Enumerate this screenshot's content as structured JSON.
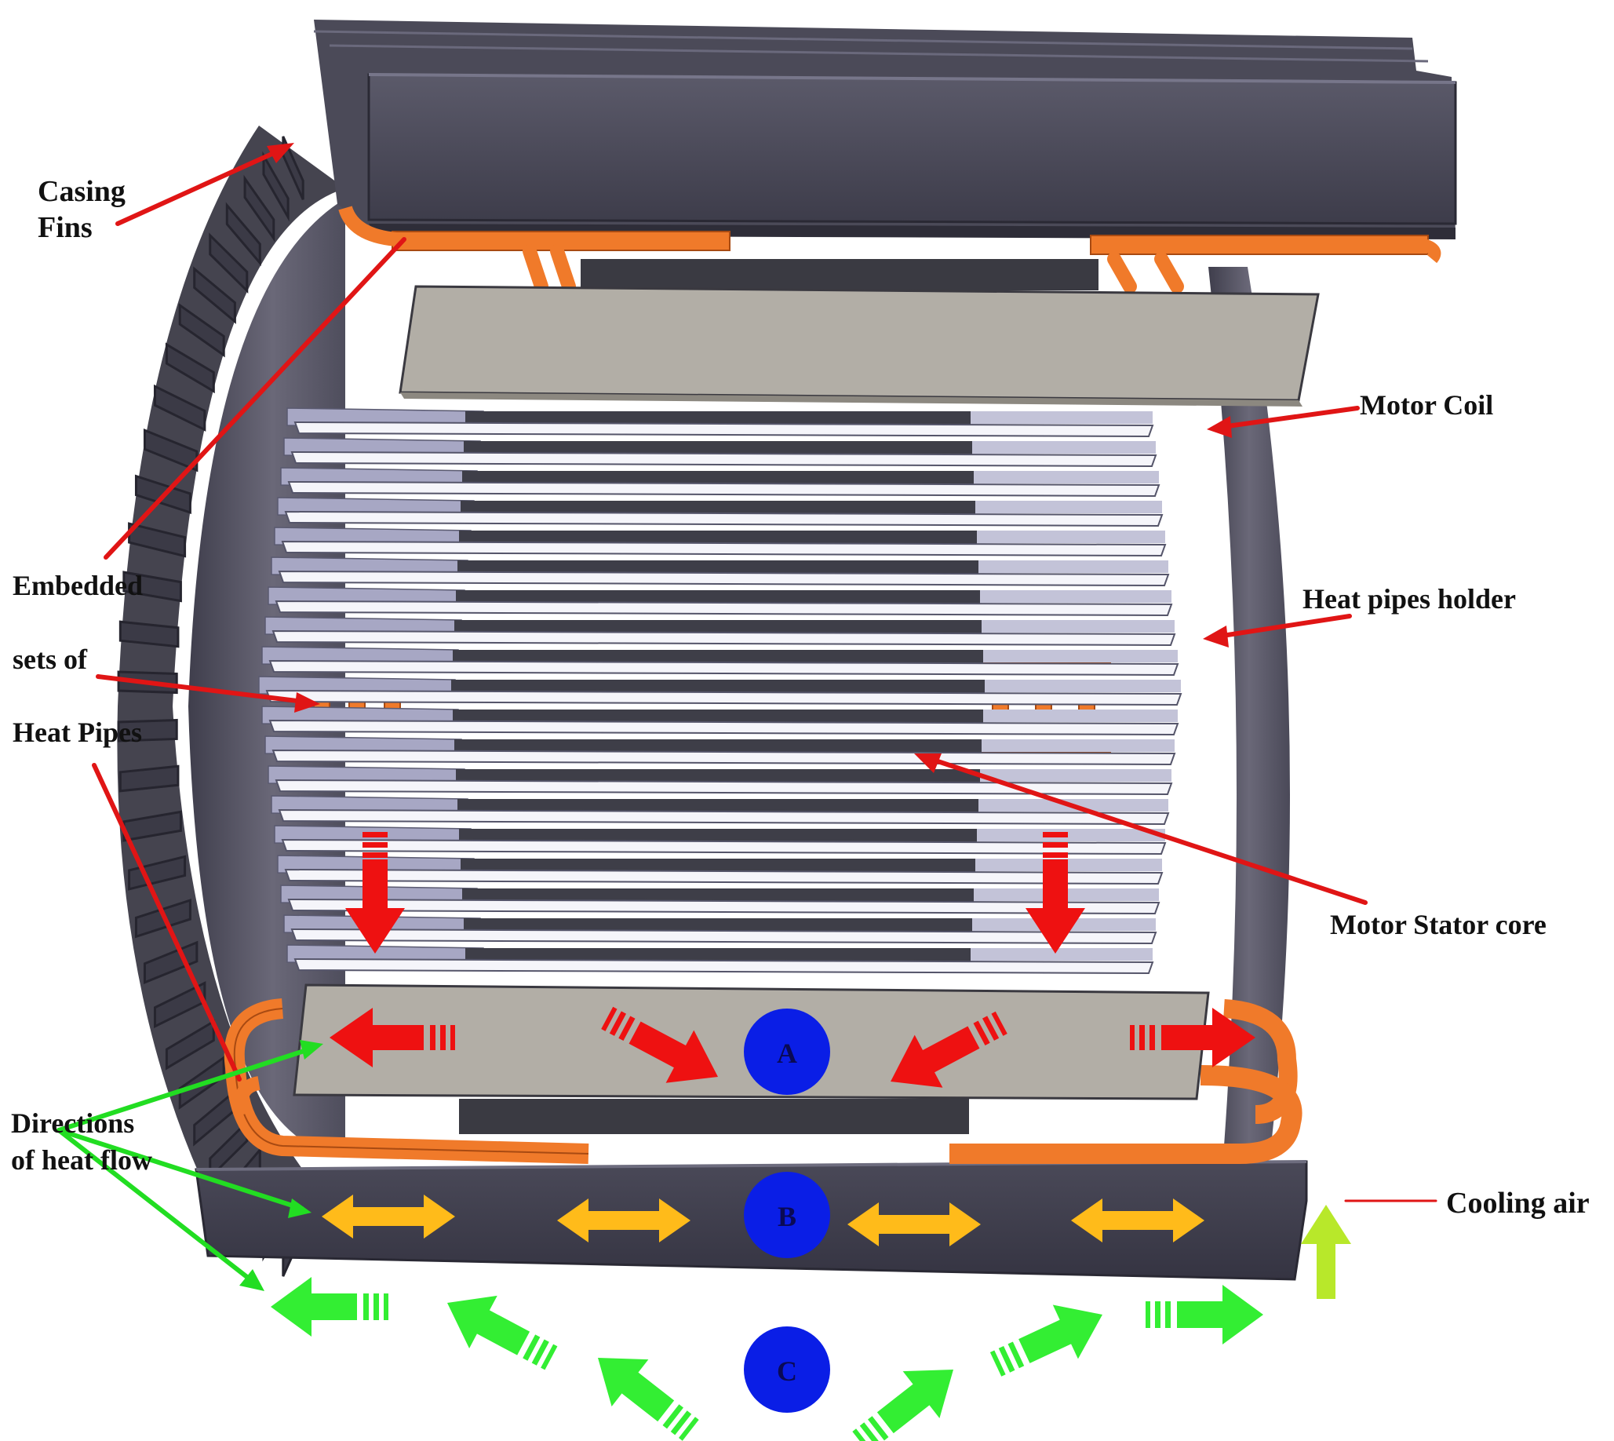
{
  "labels": {
    "casing_fins_1": "Casing",
    "casing_fins_2": "Fins",
    "motor_coil": "Motor Coil",
    "embedded_1": "Embedded",
    "embedded_2": "sets of",
    "embedded_3": "Heat Pipes",
    "heat_pipes_holder": "Heat pipes holder",
    "motor_stator_core": "Motor Stator core",
    "directions_1": "Directions",
    "directions_2": "of heat flow",
    "cooling_air": "Cooling air"
  },
  "markers": {
    "a": "A",
    "b": "B",
    "c": "C"
  },
  "colors": {
    "casing": "#4e4d5c",
    "casing_dark": "#2f2f3a",
    "coil_plate": "#b2aea6",
    "lamination": "#f5f5fa",
    "lamination_shade": "#a7a7c4",
    "core_dark": "#3e3e48",
    "heat_pipe": "#f07a2a",
    "marker": "#0a1ee6",
    "heat_arrow": "#ee1111",
    "flow_arrow": "#ffbb1a",
    "air_arrow": "#33ee33",
    "cooling_arrow": "#b8e82a",
    "leader_red": "#e01515",
    "leader_green": "#22dd22"
  }
}
